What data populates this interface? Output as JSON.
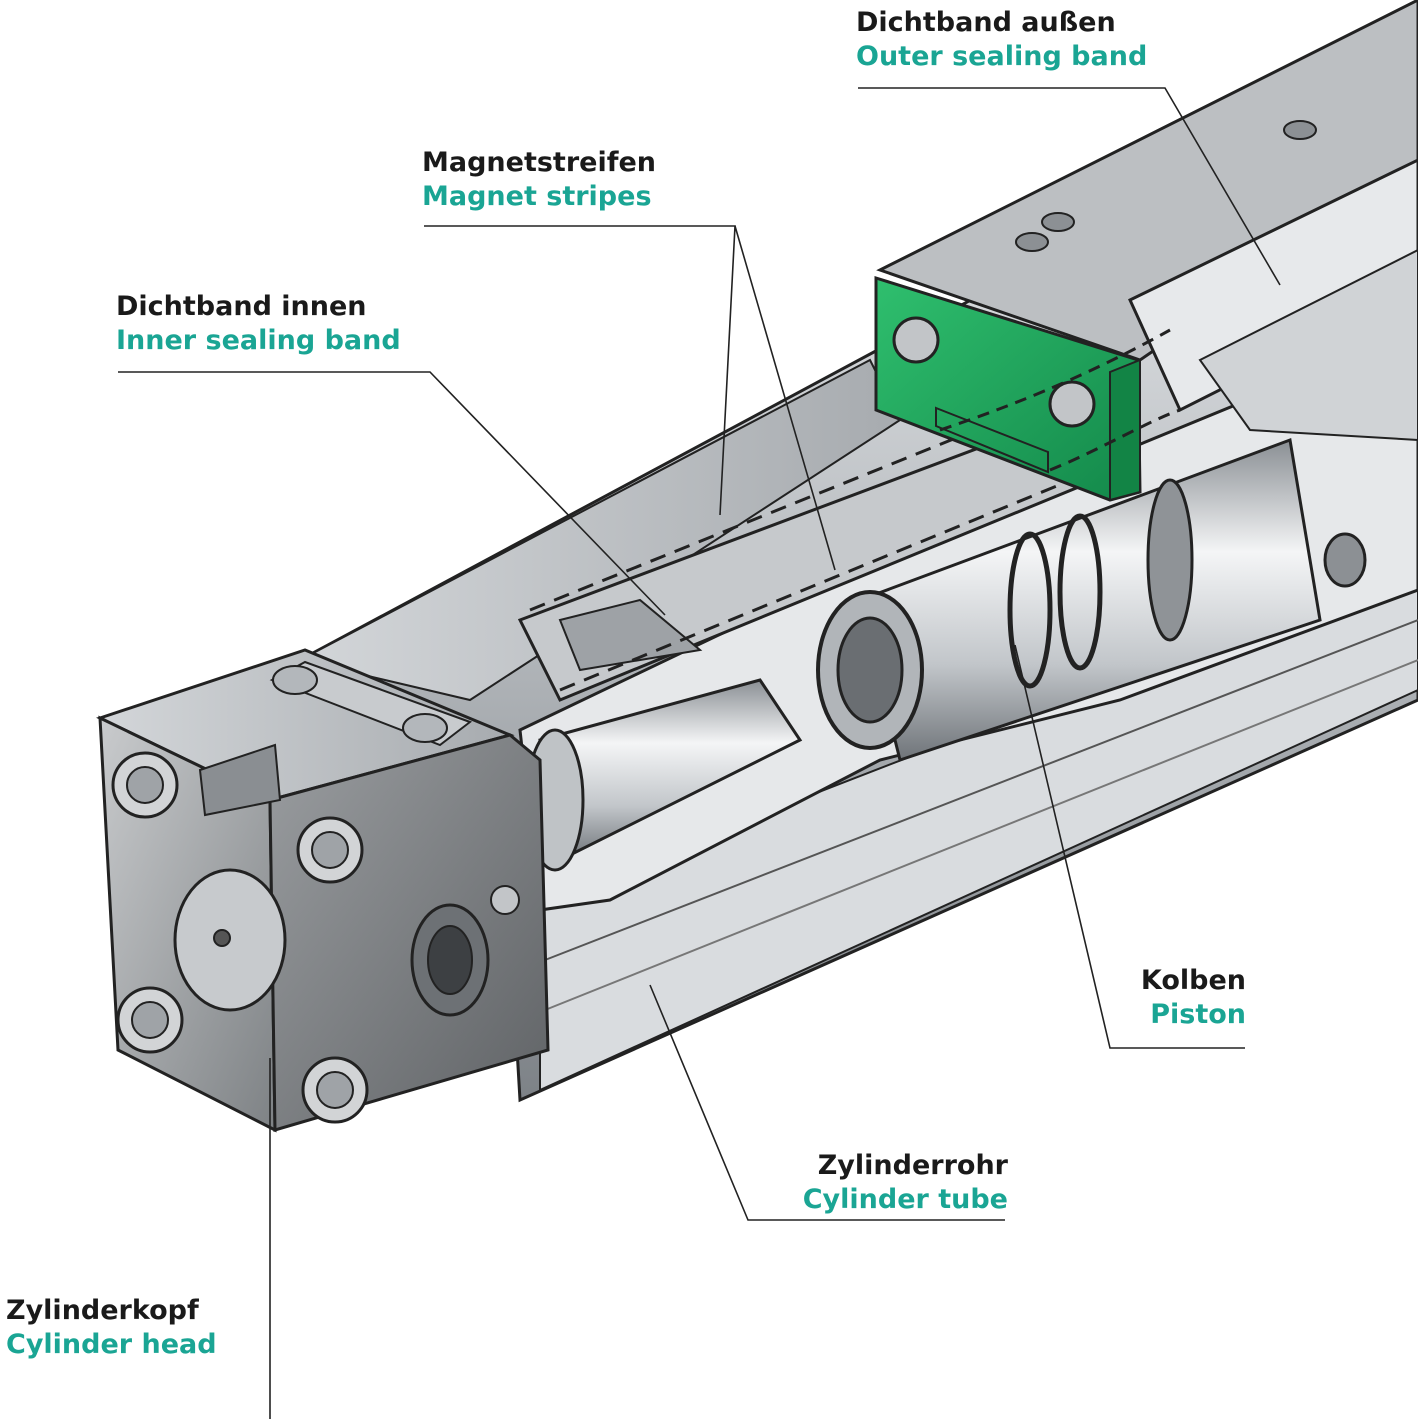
{
  "callouts": {
    "outer_band": {
      "de": "Dichtband außen",
      "en": "Outer sealing band"
    },
    "magnet": {
      "de": "Magnetstreifen",
      "en": "Magnet stripes"
    },
    "inner_band": {
      "de": "Dichtband innen",
      "en": "Inner sealing band"
    },
    "piston": {
      "de": "Kolben",
      "en": "Piston"
    },
    "tube": {
      "de": "Zylinderrohr",
      "en": "Cylinder tube"
    },
    "head": {
      "de": "Zylinderkopf",
      "en": "Cylinder head"
    }
  },
  "colors": {
    "label_de": "#1a1a1a",
    "label_en": "#1aa594",
    "carriage_green": "#1ea35a",
    "metal": "#b8bcc0"
  }
}
